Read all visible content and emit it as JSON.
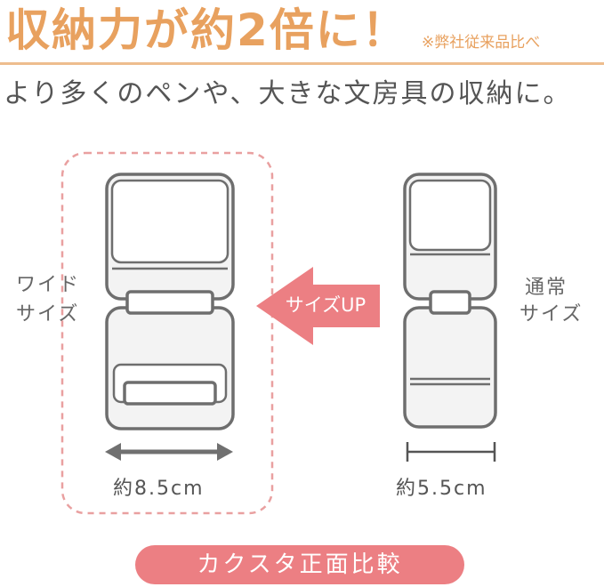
{
  "headline": {
    "main": "収納力が約2倍に！",
    "note": "※弊社従来品比べ"
  },
  "subline": "より多くのペンや、大きな文房具の収納に。",
  "wide": {
    "label_line1": "ワイド",
    "label_line2": "サイズ",
    "measure": "約8.5cm"
  },
  "normal": {
    "label_line1": "通常",
    "label_line2": "サイズ",
    "measure": "約5.5cm"
  },
  "arrow": {
    "text": "サイズUP"
  },
  "badge": {
    "text": "カクスタ正面比較"
  },
  "colors": {
    "orange": "#e8a15f",
    "pink": "#ec7f83",
    "outline": "#6e6e6e",
    "dashed": "#e9a0a0"
  }
}
